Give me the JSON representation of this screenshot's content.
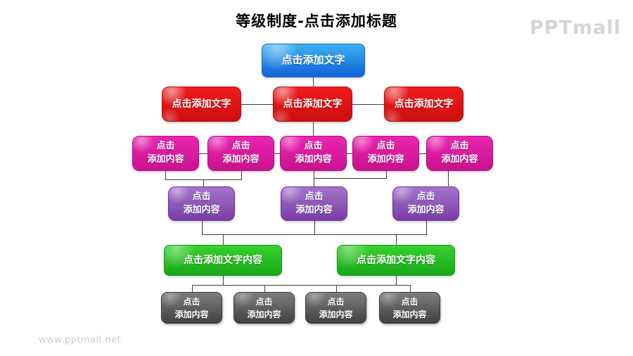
{
  "page": {
    "title": "等级制度-点击添加标题",
    "logo": "PPTmall",
    "watermark": "www.pptmall.net",
    "background": "#ffffff"
  },
  "diagram": {
    "type": "hierarchy-org-chart",
    "connector_color": "#3f3f3f",
    "levels": [
      {
        "id": "level-1-blue",
        "count": 1,
        "color_top": "#3cb2f1",
        "color_bottom": "#0f62d5",
        "label": "点击添加文字"
      },
      {
        "id": "level-2-red",
        "count": 3,
        "color_top": "#ef1b1b",
        "color_bottom": "#cd0e0f",
        "label": "点击添加文字"
      },
      {
        "id": "level-3-magenta",
        "count": 5,
        "color_top": "#ea25b0",
        "color_bottom": "#c9128f",
        "label_line1": "点击",
        "label_line2": "添加内容"
      },
      {
        "id": "level-4-purple",
        "count": 3,
        "color_top": "#a474ca",
        "color_bottom": "#7a3da6",
        "label_line1": "点击",
        "label_line2": "添加内容"
      },
      {
        "id": "level-5-green",
        "count": 2,
        "color_top": "#38d02e",
        "color_bottom": "#16a918",
        "label": "点击添加文字内容"
      },
      {
        "id": "level-6-gray",
        "count": 4,
        "color_top": "#7e7e7e",
        "color_bottom": "#414141",
        "label_line1": "点击",
        "label_line2": "添加内容"
      }
    ]
  }
}
